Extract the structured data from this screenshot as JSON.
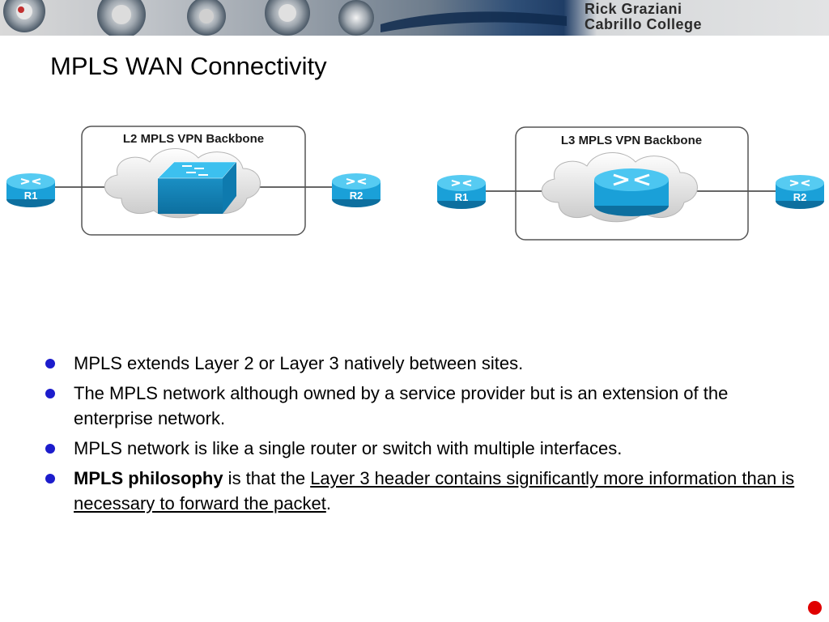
{
  "banner": {
    "line1": "Rick Graziani",
    "line2": "Cabrillo College"
  },
  "title": "MPLS WAN Connectivity",
  "diagrams": {
    "l2": {
      "label": "L2 MPLS VPN Backbone",
      "left_router": "R1",
      "right_router": "R2",
      "core_device": "switch-icon"
    },
    "l3": {
      "label": "L3 MPLS VPN Backbone",
      "left_router": "R1",
      "right_router": "R2",
      "core_device": "router-icon"
    }
  },
  "bullets": [
    {
      "text": "MPLS extends Layer 2 or Layer 3 natively between sites."
    },
    {
      "text": "The MPLS network although owned by a service provider but is an extension of the enterprise network."
    },
    {
      "text": "MPLS network is like a single router or switch with multiple interfaces."
    },
    {
      "bold": "MPLS philosophy",
      "mid": " is that the ",
      "underline": "Layer 3 header contains significantly more information than is necessary to forward the packet",
      "end": "."
    }
  ],
  "colors": {
    "bullet": "#1c1ccc",
    "device": "#1aa0d8",
    "nav_dot": "#e00000"
  }
}
